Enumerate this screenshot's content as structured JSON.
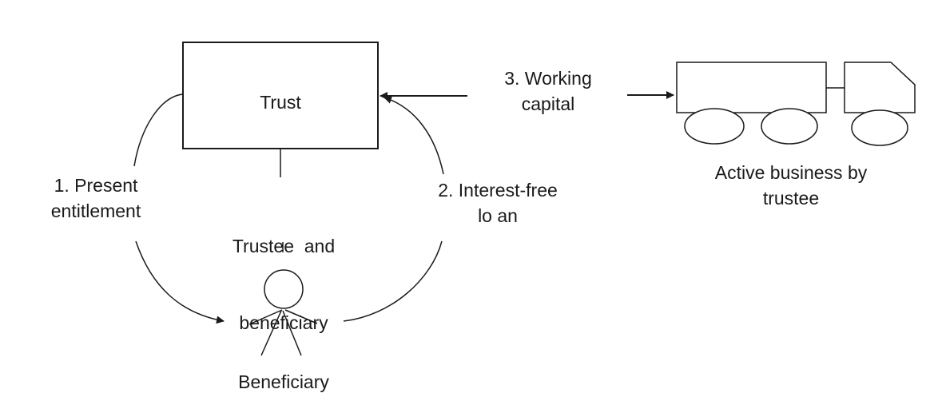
{
  "diagram": {
    "nodes": {
      "trust": {
        "label": "Trust"
      },
      "beneficiary": {
        "label": "Beneficiary"
      },
      "business": {
        "label_lines": [
          "Active business by",
          "trustee"
        ]
      }
    },
    "relationship": {
      "label_lines": [
        "Trustee  and",
        "beneficiary"
      ]
    },
    "flows": [
      {
        "id": "present-entitlement",
        "label_lines": [
          "1. Present",
          "entitlement"
        ],
        "from": "Trust",
        "to": "Beneficiary"
      },
      {
        "id": "interest-free-loan",
        "label_lines": [
          "2. Interest-free",
          "lo an"
        ],
        "from": "Beneficiary",
        "to": "Trust"
      },
      {
        "id": "working-capital",
        "label_lines": [
          "3. Working",
          "capital"
        ],
        "from": "Trust",
        "to": "Active business by trustee"
      }
    ],
    "colors": {
      "stroke": "#1a1a1a",
      "background": "#ffffff"
    }
  }
}
